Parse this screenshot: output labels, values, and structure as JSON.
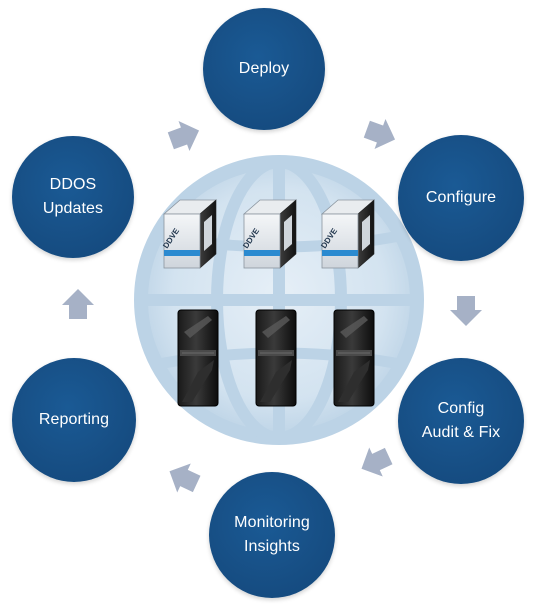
{
  "diagram": {
    "steps": [
      {
        "id": "deploy",
        "label": "Deploy"
      },
      {
        "id": "configure",
        "label": "Configure"
      },
      {
        "id": "config-audit",
        "label": "Config\nAudit & Fix"
      },
      {
        "id": "monitoring",
        "label": "Monitoring\nInsights"
      },
      {
        "id": "reporting",
        "label": "Reporting"
      },
      {
        "id": "ddos-updates",
        "label": "DDOS\nUpdates"
      }
    ],
    "appliances": {
      "virtual_label": "DDVE",
      "virtual_count": 3,
      "physical_count": 3
    },
    "colors": {
      "node_fill": "#174f85",
      "arrow": "#a6b1c6",
      "globe": "#b9d2e6"
    },
    "icons": [
      "globe-icon",
      "cycle-arrow-icon",
      "virtual-appliance-icon",
      "hardware-appliance-icon"
    ]
  }
}
